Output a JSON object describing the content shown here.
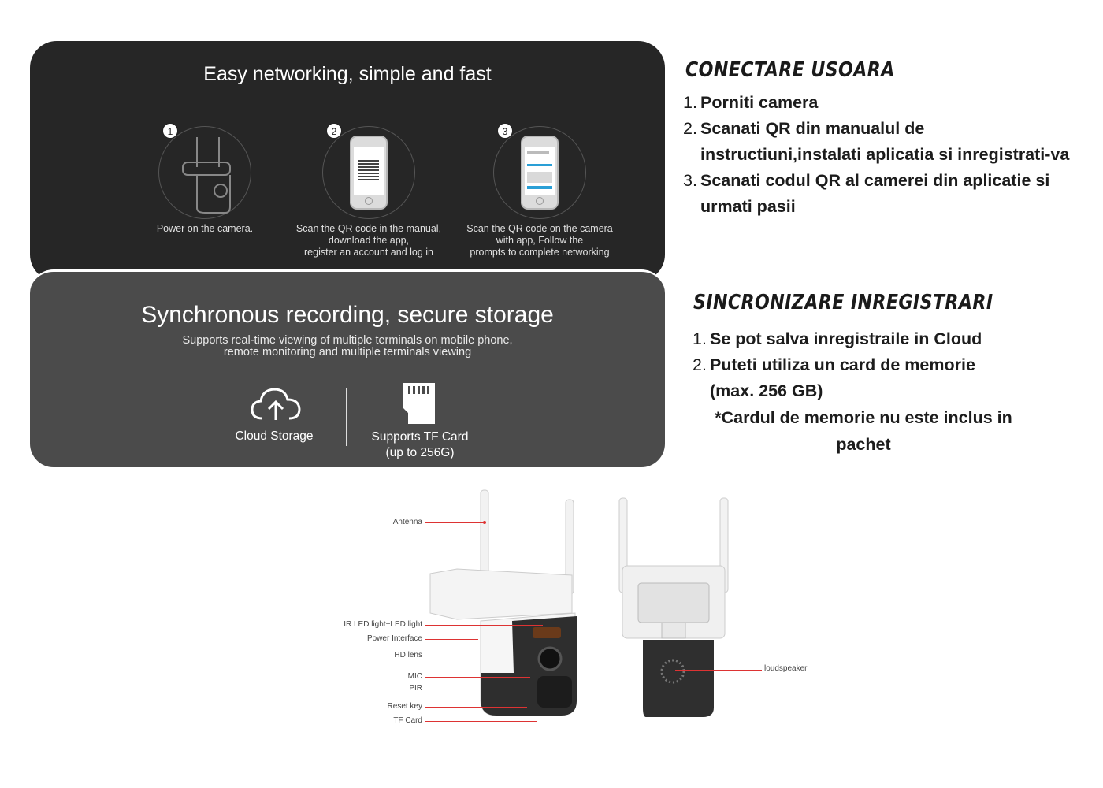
{
  "networking": {
    "title": "Easy networking, simple and fast",
    "steps": [
      {
        "num": "1",
        "caption": "Power on the camera."
      },
      {
        "num": "2",
        "caption": "Scan the QR code in the manual,\ndownload the  app,\nregister an account and log in"
      },
      {
        "num": "3",
        "caption": "Scan the QR code on the camera\nwith  app,  Follow the\nprompts to complete networking"
      }
    ]
  },
  "storage": {
    "title": "Synchronous recording, secure storage",
    "subtitle_line1": "Supports real-time viewing of multiple terminals on mobile phone,",
    "subtitle_line2": "remote monitoring and multiple terminals viewing",
    "cloud_label": "Cloud Storage",
    "tf_label_line1": "Supports TF Card",
    "tf_label_line2": "(up to 256G)"
  },
  "conectare": {
    "title": "CONECTARE USOARA",
    "items": [
      {
        "n": "1.",
        "text": "Porniti camera"
      },
      {
        "n": "2.",
        "text": "Scanati QR din manualul de instructiuni,instalati aplicatia si inregistrati-va"
      },
      {
        "n": "3.",
        "text": "Scanati codul QR al camerei din aplicatie si urmati pasii"
      }
    ]
  },
  "sincronizare": {
    "title": "SINCRONIZARE INREGISTRARI",
    "items": [
      {
        "n": "1.",
        "text": "Se pot salva inregistraile in Cloud"
      },
      {
        "n": "2.",
        "text": "Puteti utiliza un card de memorie (max. 256 GB)"
      }
    ],
    "note": "*Cardul de memorie nu este inclus in pachet"
  },
  "diagram": {
    "labels": {
      "antenna": "Antenna",
      "ir_led": "IR LED light+LED light",
      "power": "Power Interface",
      "lens": "HD lens",
      "mic": "MIC",
      "pir": "PIR",
      "reset": "Reset key",
      "tf": "TF Card",
      "speaker": "loudspeaker"
    }
  },
  "colors": {
    "dark_panel": "#262626",
    "gray_panel": "#4b4b4b",
    "leader_lines": "#d33333"
  }
}
